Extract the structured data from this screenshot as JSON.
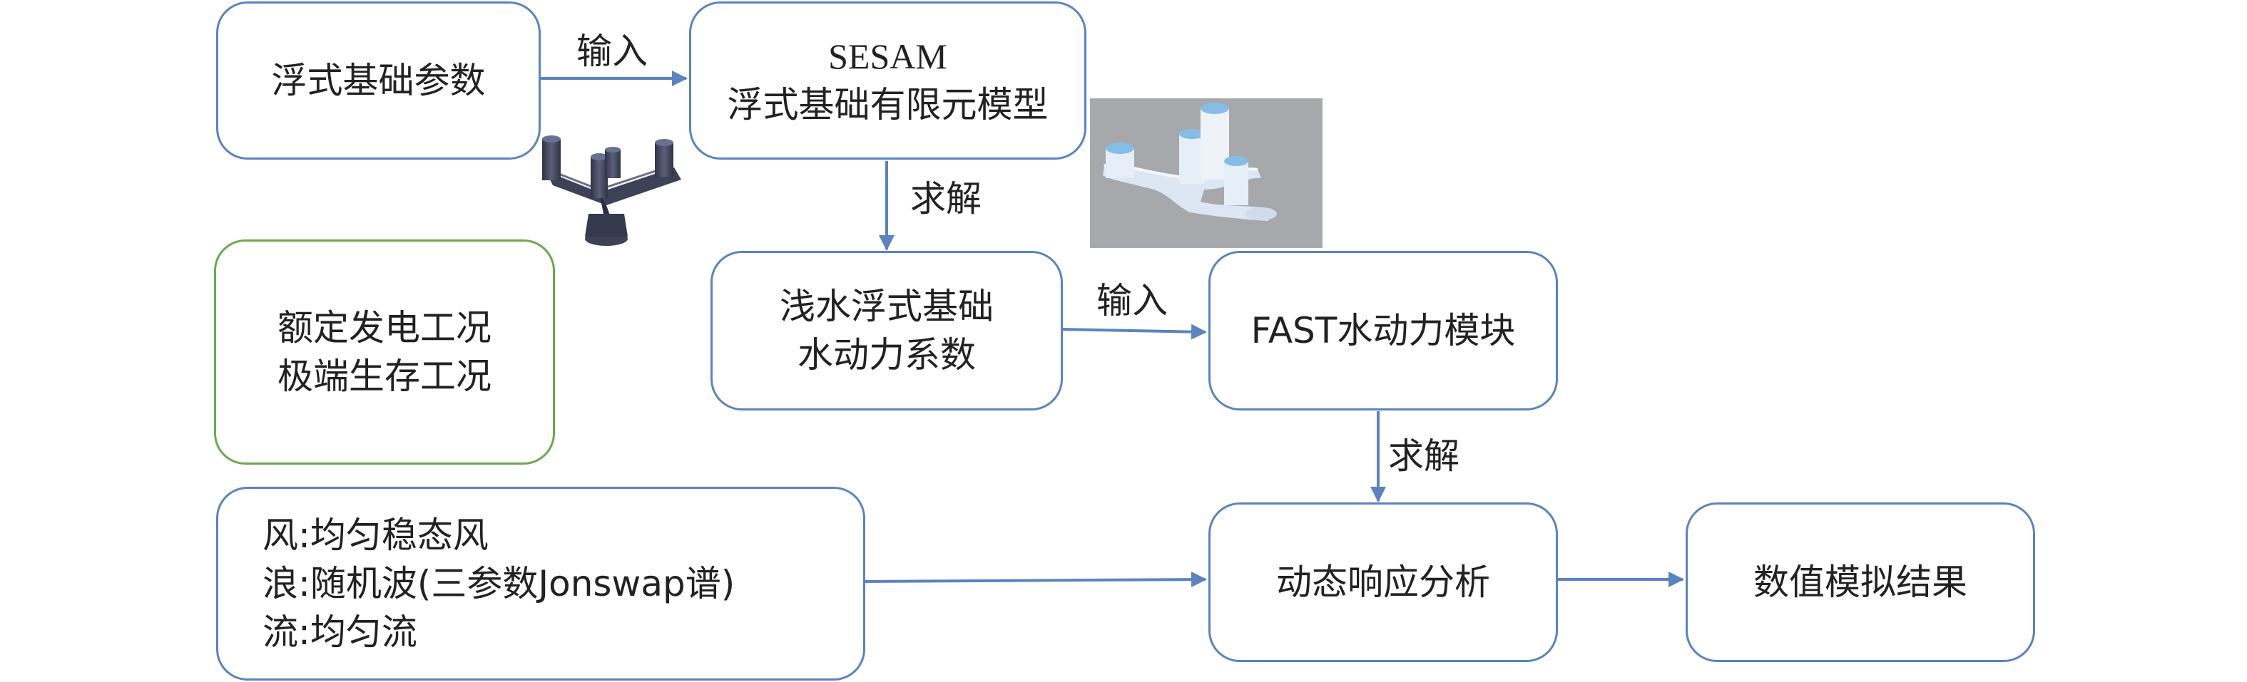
{
  "nodes": {
    "params": {
      "line1": "浮式基础参数"
    },
    "sesam": {
      "line1": "SESAM",
      "line2": "浮式基础有限元模型"
    },
    "conditions": {
      "line1": "额定发电工况",
      "line2": "极端生存工况"
    },
    "coeff": {
      "line1": "浅水浮式基础",
      "line2": "水动力系数"
    },
    "fast": {
      "line1": "FAST水动力模块"
    },
    "env": {
      "line1": "风:均匀稳态风",
      "line2": "浪:随机波(三参数Jonswap谱)",
      "line3": "流:均匀流"
    },
    "dynamic": {
      "line1": "动态响应分析"
    },
    "result": {
      "line1": "数值模拟结果"
    }
  },
  "edge_labels": {
    "input1": "输入",
    "solve1": "求解",
    "input2": "输入",
    "solve2": "求解"
  },
  "colors": {
    "box_border": "#5b83bf",
    "green_border": "#6aa84f",
    "arrow": "#5b83bf",
    "dark_model": "#3d4257",
    "render_bg": "#a7a8ab",
    "light_model": "#dde7f3",
    "column_cap": "#86bde6"
  }
}
